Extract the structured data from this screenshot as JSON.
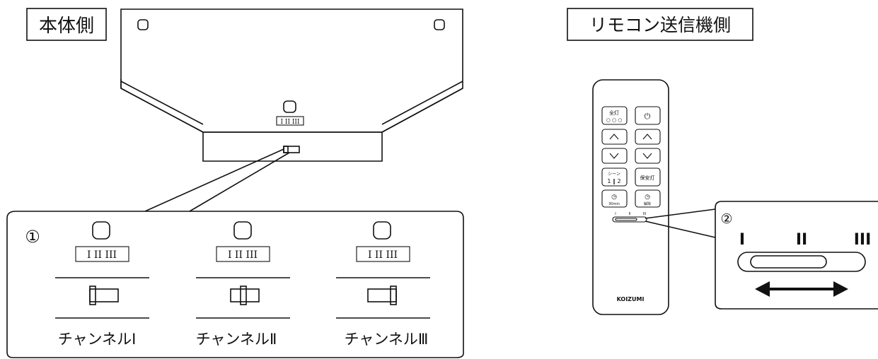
{
  "main_unit": {
    "label": "本体側",
    "switch_scale": "I II III"
  },
  "remote_side": {
    "label": "リモコン送信機側",
    "buttons": [
      {
        "label": "全灯",
        "sub": "○ ○ ○"
      },
      {
        "label": "⏻"
      },
      {
        "label": "^"
      },
      {
        "label": "^"
      },
      {
        "label": "v"
      },
      {
        "label": "v"
      },
      {
        "label": "シーン",
        "sub": "1 ‖ 2"
      },
      {
        "label": "保安灯"
      },
      {
        "label": "◷",
        "sub": "30min"
      },
      {
        "label": "◷",
        "sub": "解除"
      }
    ],
    "slider_ticks": [
      "I",
      "II",
      "III"
    ],
    "brand": "KOIZUMI"
  },
  "callout_1": {
    "number": "①",
    "channels": [
      {
        "scale": "I II III",
        "name": "チャンネルⅠ"
      },
      {
        "scale": "I II III",
        "name": "チャンネルⅡ"
      },
      {
        "scale": "I II III",
        "name": "チャンネルⅢ"
      }
    ]
  },
  "callout_2": {
    "number": "②",
    "labels": [
      "I",
      "II",
      "III"
    ]
  }
}
